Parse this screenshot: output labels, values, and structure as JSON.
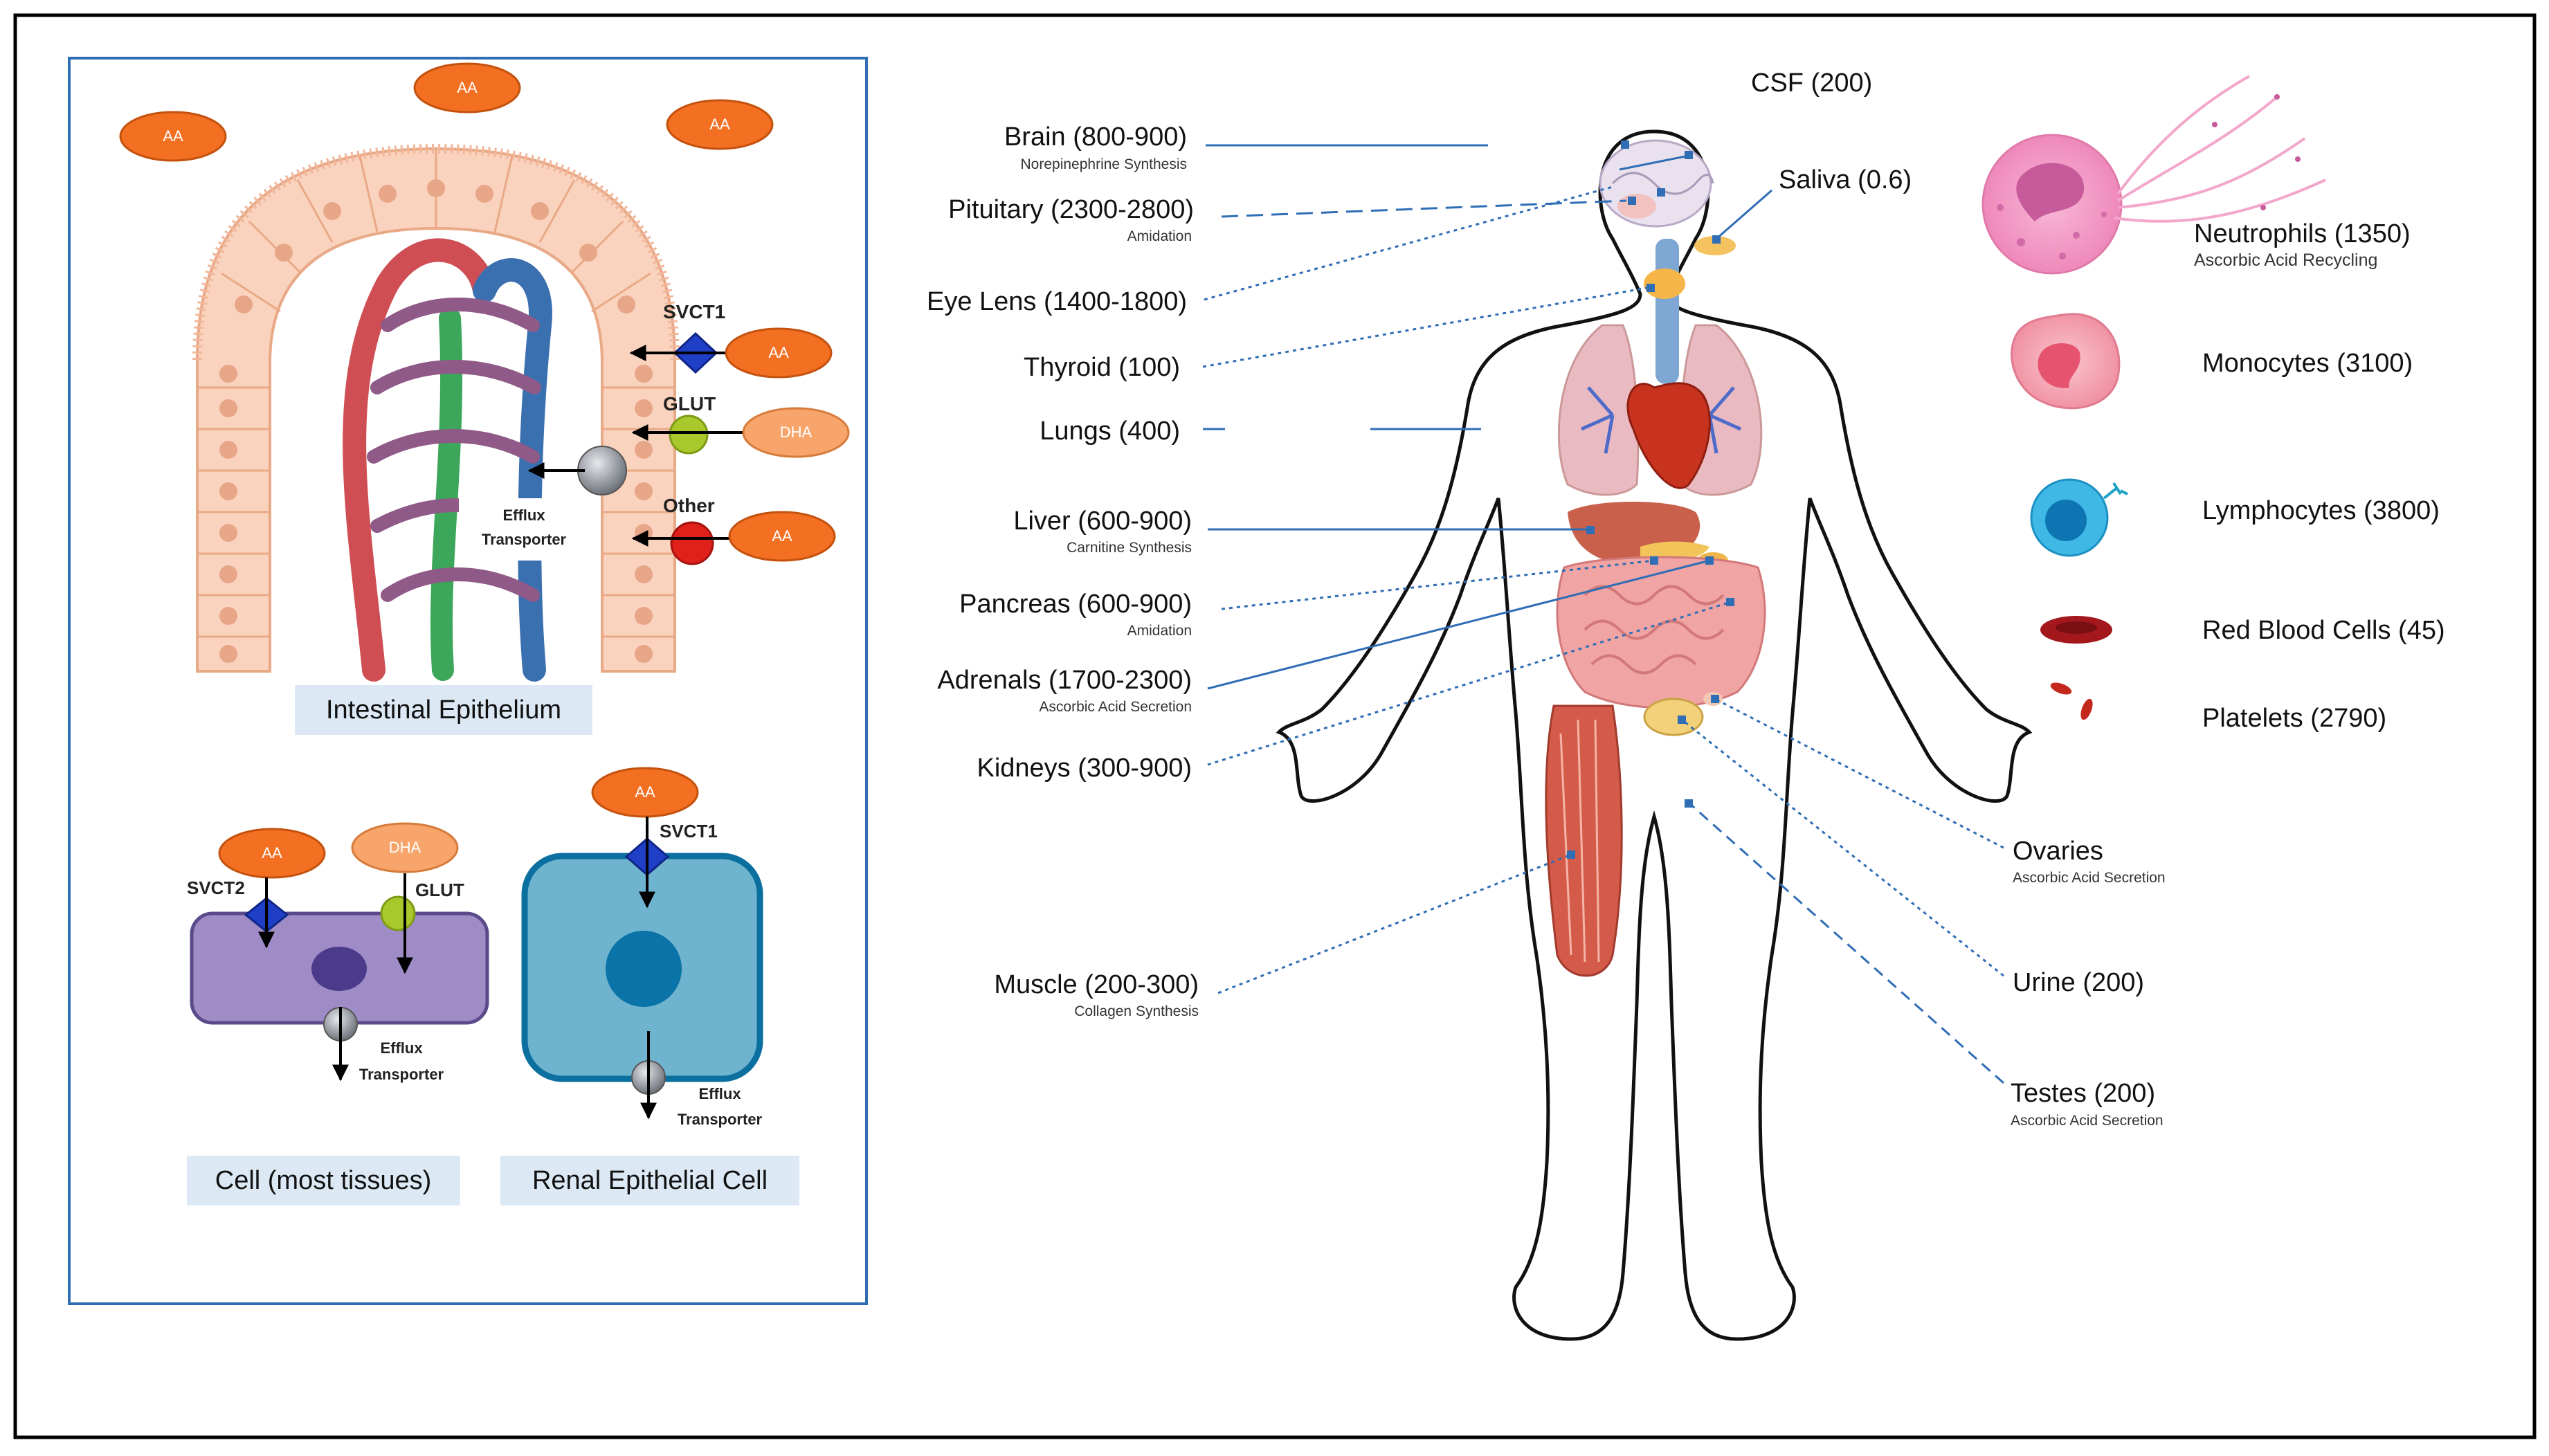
{
  "left_panel": {
    "intestine": {
      "aa": "AA",
      "dha": "DHA",
      "svct1": "SVCT1",
      "glut": "GLUT",
      "other": "Other",
      "efflux": [
        "Efflux",
        "Transporter"
      ],
      "caption": "Intestinal Epithelium"
    },
    "cell": {
      "aa": "AA",
      "dha": "DHA",
      "svct2": "SVCT2",
      "glut": "GLUT",
      "efflux": [
        "Efflux",
        "Transporter"
      ],
      "caption": "Cell (most tissues)"
    },
    "renal": {
      "aa": "AA",
      "svct1": "SVCT1",
      "efflux": [
        "Efflux",
        "Transporter"
      ],
      "caption": "Renal Epithelial Cell"
    }
  },
  "organs_left": [
    {
      "label": "Brain (800-900)",
      "sub": "Norepinephrine Synthesis"
    },
    {
      "label": "Pituitary (2300-2800)",
      "sub": "Amidation"
    },
    {
      "label": "Eye Lens (1400-1800)",
      "sub": ""
    },
    {
      "label": "Thyroid (100)",
      "sub": ""
    },
    {
      "label": "Lungs (400)",
      "sub": ""
    },
    {
      "label": "Liver (600-900)",
      "sub": "Carnitine Synthesis"
    },
    {
      "label": "Pancreas (600-900)",
      "sub": "Amidation"
    },
    {
      "label": "Adrenals (1700-2300)",
      "sub": "Ascorbic Acid Secretion"
    },
    {
      "label": "Kidneys (300-900)",
      "sub": ""
    },
    {
      "label": "Muscle (200-300)",
      "sub": "Collagen Synthesis"
    }
  ],
  "organs_top": [
    {
      "label": "CSF (200)"
    },
    {
      "label": "Saliva (0.6)"
    }
  ],
  "organs_right": [
    {
      "label": "Ovaries",
      "sub": "Ascorbic Acid Secretion"
    },
    {
      "label": "Urine (200)",
      "sub": ""
    },
    {
      "label": "Testes (200)",
      "sub": "Ascorbic Acid Secretion"
    }
  ],
  "blood_cells": [
    {
      "label": "Neutrophils (1350)",
      "sub": "Ascorbic Acid Recycling"
    },
    {
      "label": "Monocytes (3100)",
      "sub": ""
    },
    {
      "label": "Lymphocytes (3800)",
      "sub": ""
    },
    {
      "label": "Red Blood Cells (45)",
      "sub": ""
    },
    {
      "label": "Platelets (2790)",
      "sub": ""
    }
  ],
  "colors": {
    "aa_orange": "#F36F21",
    "svct_blue": "#1F3FC7",
    "glut_green": "#A8C82B",
    "other_red": "#E0201B",
    "efflux_gray": "#8A8F98",
    "leader_blue": "#2F6DB5",
    "caption_bg": "#DCE9F5"
  }
}
